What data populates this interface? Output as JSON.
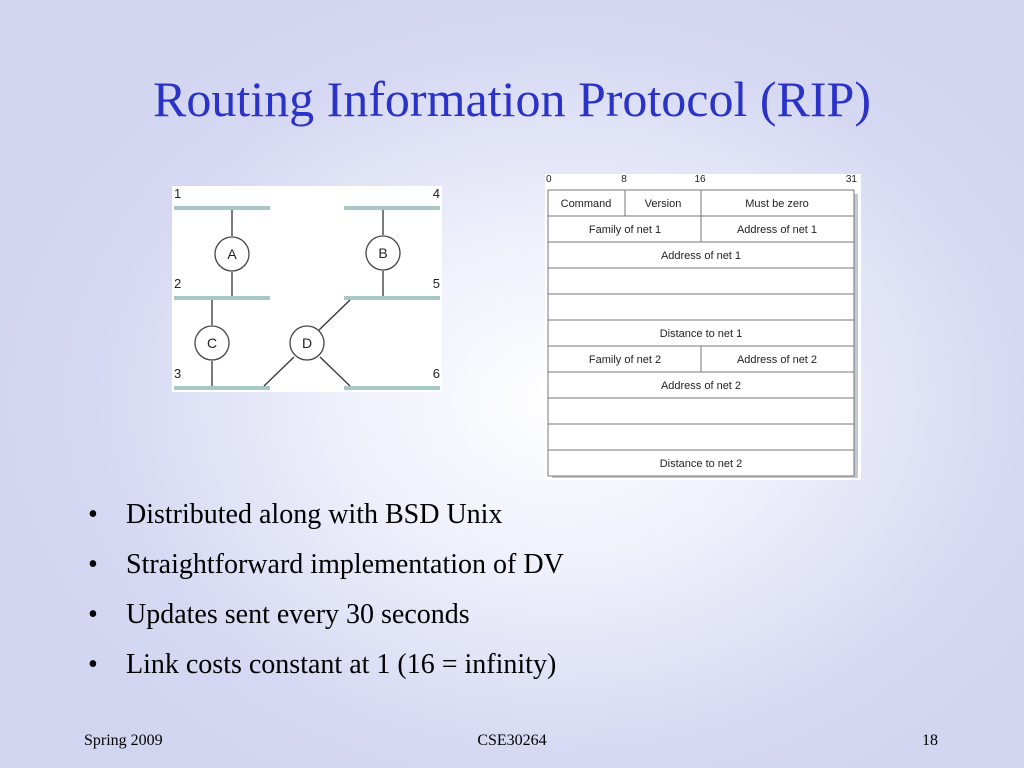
{
  "slide": {
    "title": "Routing Information Protocol (RIP)",
    "bullets": [
      "Distributed along with BSD Unix",
      "Straightforward implementation of DV",
      "Updates sent every 30 seconds",
      "Link costs constant at 1 (16 = infinity)"
    ],
    "bullet_glyph": "•"
  },
  "network": {
    "net_labels": [
      "1",
      "2",
      "3",
      "4",
      "5",
      "6"
    ],
    "routers": [
      "A",
      "B",
      "C",
      "D"
    ]
  },
  "packet": {
    "bit_labels": [
      "0",
      "8",
      "16",
      "31"
    ],
    "rows": {
      "command": "Command",
      "version": "Version",
      "must_be_zero": "Must be zero",
      "family1": "Family of net 1",
      "address1_short": "Address of net 1",
      "address1": "Address of net 1",
      "distance1": "Distance to net 1",
      "family2": "Family of net 2",
      "address2_short": "Address of net 2",
      "address2": "Address of net 2",
      "distance2": "Distance to net 2"
    }
  },
  "footer": {
    "left": "Spring 2009",
    "center": "CSE30264",
    "right": "18"
  },
  "colors": {
    "title": "#2a32c8",
    "network_line": "#a8c8c8",
    "packet_shadow": "#c2c8d2"
  }
}
